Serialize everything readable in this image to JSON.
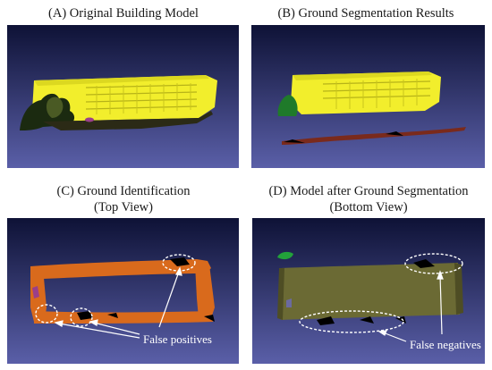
{
  "figure": {
    "panels": [
      {
        "caption_line1": "(A) Original Building Model",
        "caption_line2": ""
      },
      {
        "caption_line1": "(B) Ground  Segmentation Results",
        "caption_line2": ""
      },
      {
        "caption_line1": "(C) Ground Identification",
        "caption_line2": "(Top View)"
      },
      {
        "caption_line1": "(D) Model after Ground Segmentation",
        "caption_line2": "(Bottom View)"
      }
    ],
    "annotations": {
      "c_label": "False positives",
      "d_label": "False negatives"
    },
    "colors": {
      "background_gradient_top": "#0e1236",
      "background_gradient_bottom": "#5a5fa8",
      "building": "#f2ee2c",
      "ground": "#d96a1c",
      "model_bottom": "#6b6a34",
      "circle": "#ffffff"
    }
  }
}
